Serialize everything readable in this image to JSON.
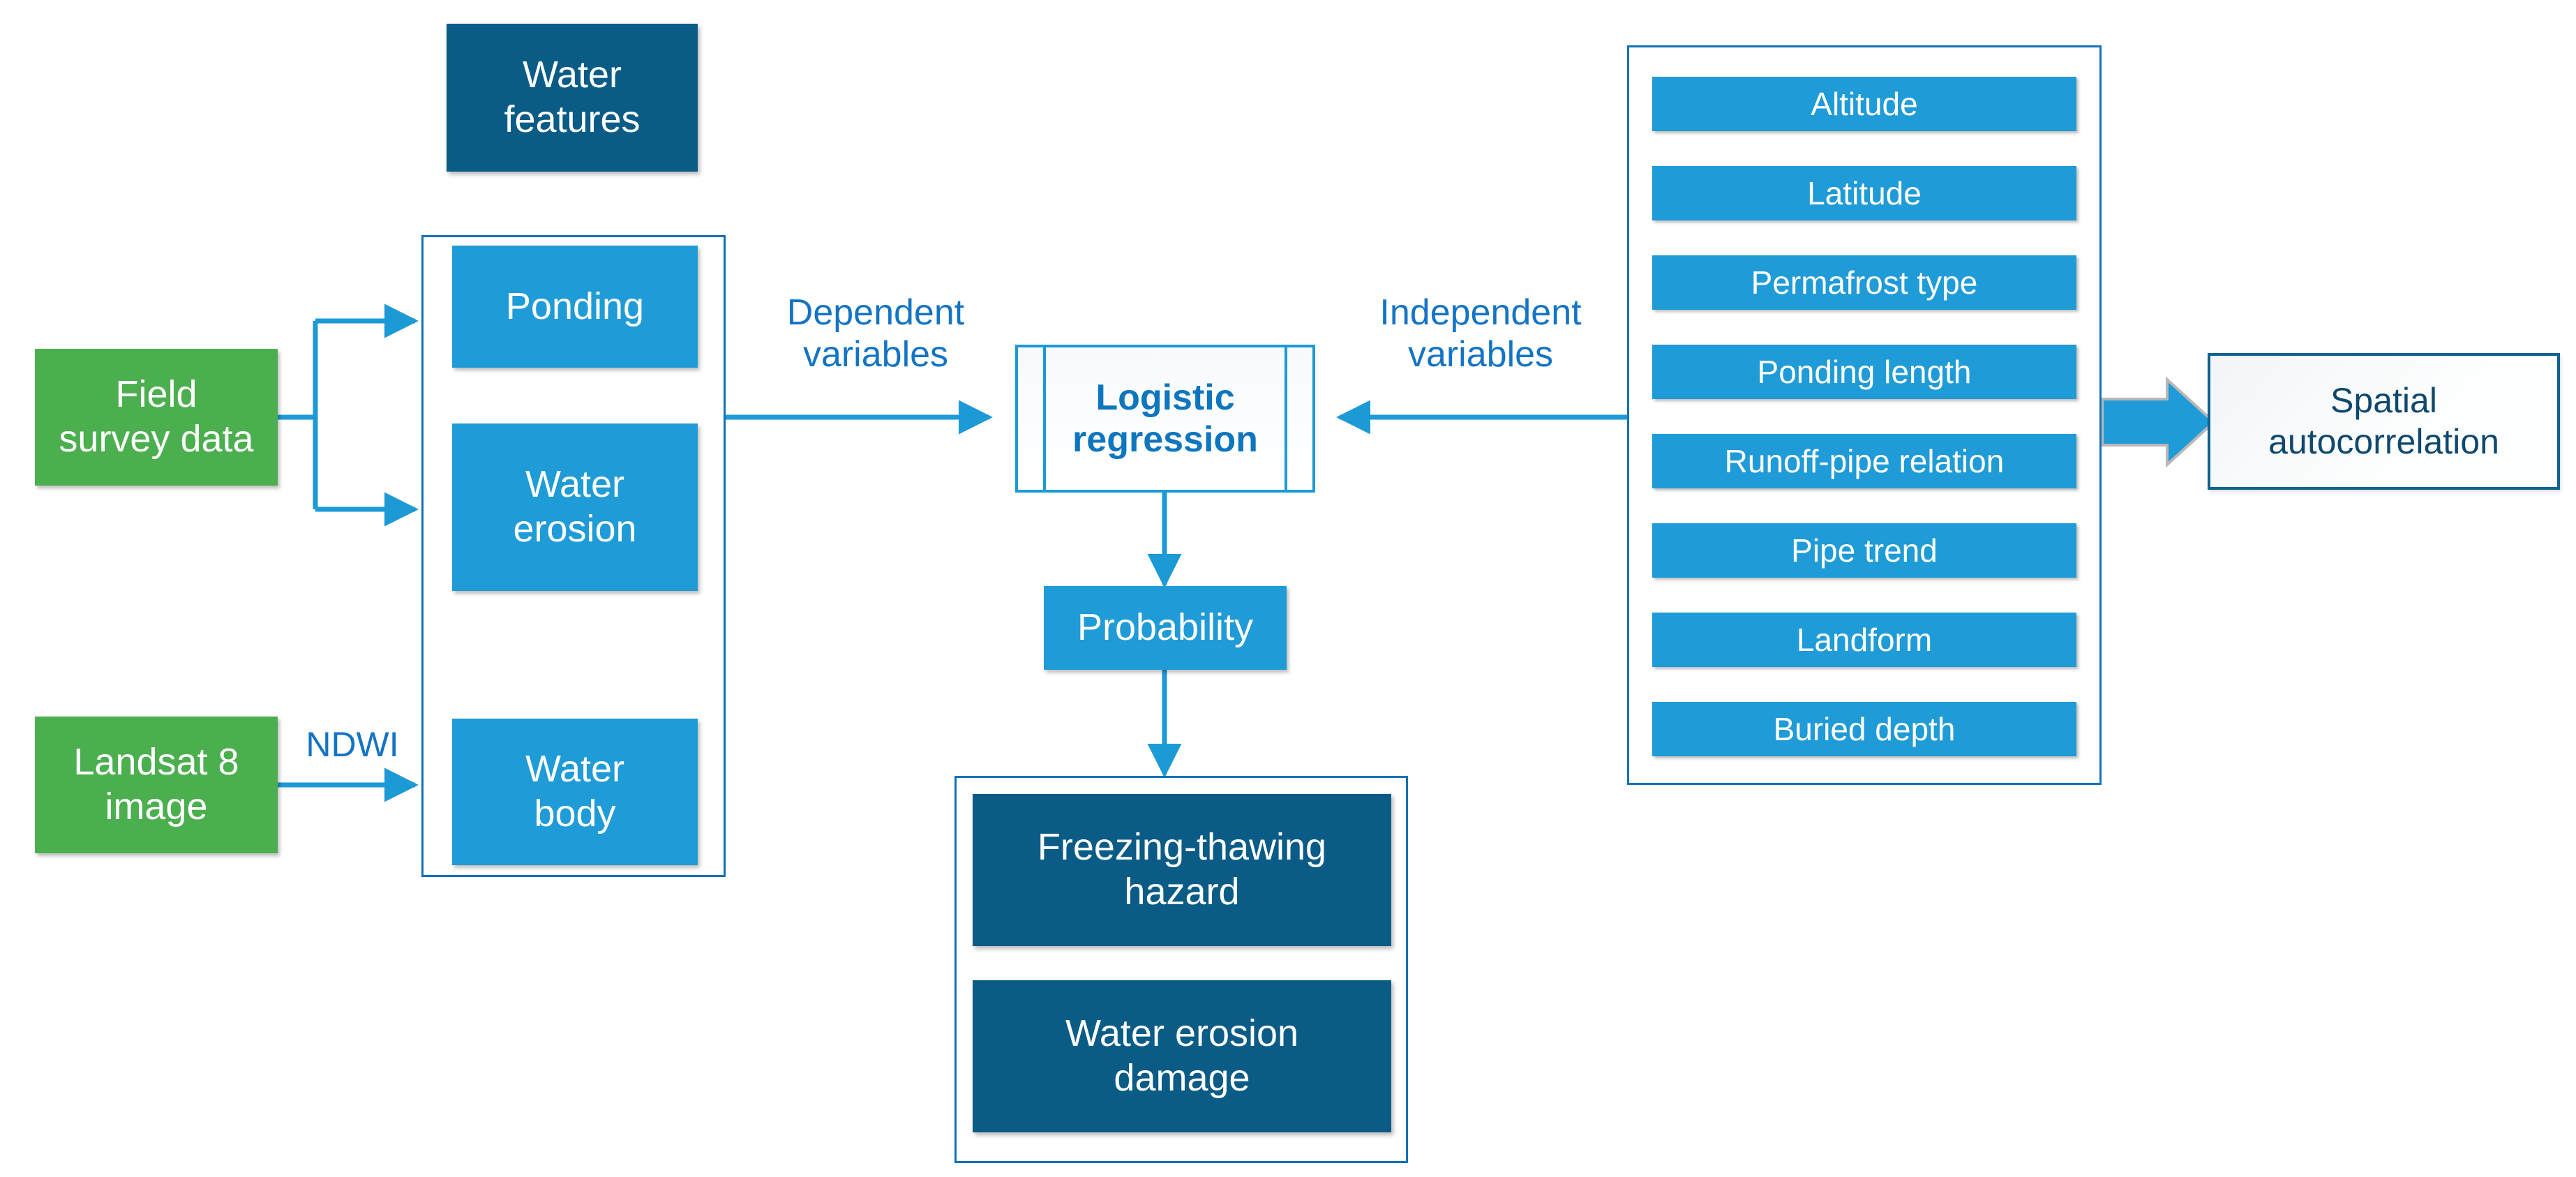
{
  "colors": {
    "green": "#4CAF4F",
    "light_blue": "#1F9BD7",
    "dark_blue": "#0A5C86",
    "connector_blue": "#1C9AD6",
    "label_blue": "#1474C4",
    "outline_blue": "#1272B5",
    "navy_text": "#10486E",
    "background": "#FFFFFF"
  },
  "inputs": {
    "field_survey": "Field\nsurvey data",
    "landsat": "Landsat 8\nimage"
  },
  "water_features": {
    "title": "Water\nfeatures"
  },
  "dependent_group": {
    "items": [
      {
        "label": "Ponding"
      },
      {
        "label": "Water\nerosion"
      },
      {
        "label": "Water\nbody"
      }
    ]
  },
  "edge_labels": {
    "ndwi": "NDWI",
    "dependent_variables": "Dependent\nvariables",
    "independent_variables": "Independent\nvariables"
  },
  "model": {
    "label": "Logistic\nregression"
  },
  "probability": {
    "label": "Probability"
  },
  "outcomes": {
    "items": [
      {
        "label": "Freezing-thawing\nhazard"
      },
      {
        "label": "Water erosion\ndamage"
      }
    ]
  },
  "independent_group": {
    "items": [
      {
        "label": "Altitude"
      },
      {
        "label": "Latitude"
      },
      {
        "label": "Permafrost type"
      },
      {
        "label": "Ponding length"
      },
      {
        "label": "Runoff-pipe relation"
      },
      {
        "label": "Pipe trend"
      },
      {
        "label": "Landform"
      },
      {
        "label": "Buried depth"
      }
    ]
  },
  "spatial": {
    "label": "Spatial\nautocorrelation"
  }
}
